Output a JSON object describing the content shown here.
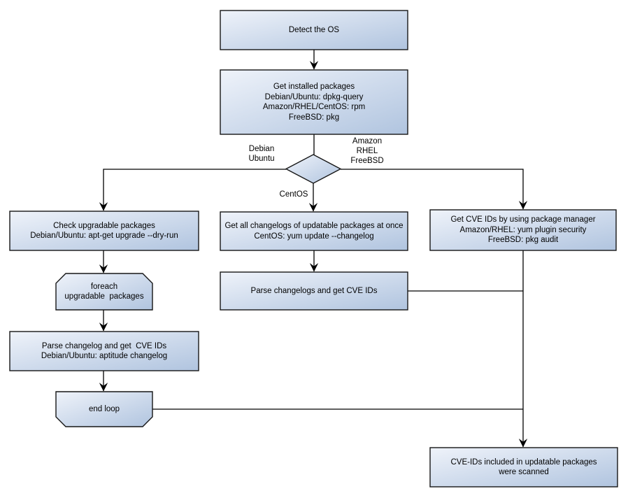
{
  "colors": {
    "node_fill_light": "#eff3fa",
    "node_fill_dark": "#b0c4df",
    "border": "#161616",
    "line": "#000000",
    "text": "#000000",
    "background": "#ffffff"
  },
  "nodes": {
    "detect_os": {
      "lines": [
        "Detect the OS"
      ]
    },
    "get_installed": {
      "lines": [
        "Get installed packages",
        "Debian/Ubuntu: dpkg-query",
        "Amazon/RHEL/CentOS: rpm",
        "FreeBSD: pkg"
      ]
    },
    "check_upgradable": {
      "lines": [
        "Check upgradable packages",
        "Debian/Ubuntu: apt-get upgrade --dry-run"
      ]
    },
    "foreach_loop": {
      "lines": [
        "foreach",
        "upgradable  packages"
      ]
    },
    "parse_changelog": {
      "lines": [
        "Parse changelog and get  CVE IDs",
        "Debian/Ubuntu: aptitude changelog"
      ]
    },
    "end_loop": {
      "lines": [
        "end loop"
      ]
    },
    "get_changelogs": {
      "lines": [
        "Get all changelogs of updatable packages at once",
        "CentOS: yum update --changelog"
      ]
    },
    "parse_changelogs": {
      "lines": [
        "Parse changelogs and get CVE IDs"
      ]
    },
    "get_cve_pkgmgr": {
      "lines": [
        "Get CVE IDs by using package manager",
        "Amazon/RHEL: yum plugin security",
        "FreeBSD: pkg audit"
      ]
    },
    "scanned": {
      "lines": [
        "CVE-IDs included in updatable packages",
        "were scanned"
      ]
    }
  },
  "edge_labels": {
    "debian": "Debian",
    "ubuntu": "Ubuntu",
    "amazon": "Amazon",
    "rhel": "RHEL",
    "freebsd": "FreeBSD",
    "centos": "CentOS"
  }
}
